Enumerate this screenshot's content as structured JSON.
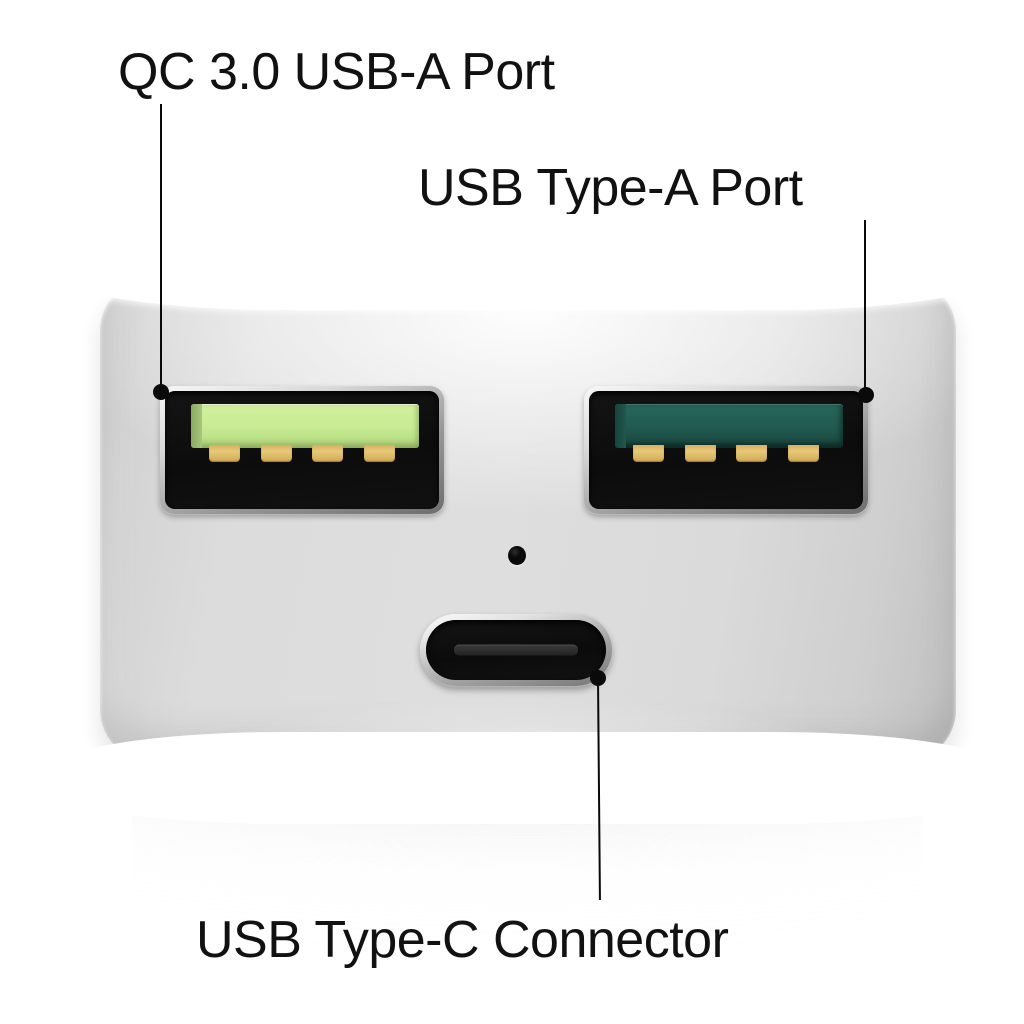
{
  "diagram": {
    "title": "USB charger port callout diagram",
    "device_color": "#dedede",
    "background": "#ffffff"
  },
  "callouts": [
    {
      "id": "qc-usb-a",
      "label": "QC 3.0 USB-A Port",
      "target": "left USB Type-A port with light green tongue",
      "line_color": "#0a0a0a"
    },
    {
      "id": "usb-a",
      "label": "USB Type-A Port",
      "target": "right USB Type-A port with dark teal tongue",
      "line_color": "#0a0a0a"
    },
    {
      "id": "usb-c",
      "label": "USB Type-C Connector",
      "target": "bottom center USB Type-C pill shaped port",
      "line_color": "#0a0a0a"
    }
  ],
  "ports": {
    "left_usb_a": {
      "name": "QC 3.0 USB-A Port",
      "tongue_color": "#c9eb93",
      "tongue_edge_color": "#8aa85e",
      "cavity_color": "#0c0c0c",
      "bezel_color": "#d8d8d8",
      "pin_count": 4,
      "pin_color": "#e7c979"
    },
    "right_usb_a": {
      "name": "USB Type-A Port",
      "tongue_color": "#215a50",
      "tongue_edge_color": "#16443c",
      "cavity_color": "#0c0c0c",
      "bezel_color": "#d8d8d8",
      "pin_count": 4,
      "pin_color": "#e7c979"
    },
    "usb_c": {
      "name": "USB Type-C Connector",
      "cavity_color": "#0b0b0b",
      "tongue_color": "#2e2e2e",
      "bezel_color": "#e0e0e0"
    }
  },
  "led": {
    "name": "LED status indicator",
    "color": "#0a0a0a"
  }
}
